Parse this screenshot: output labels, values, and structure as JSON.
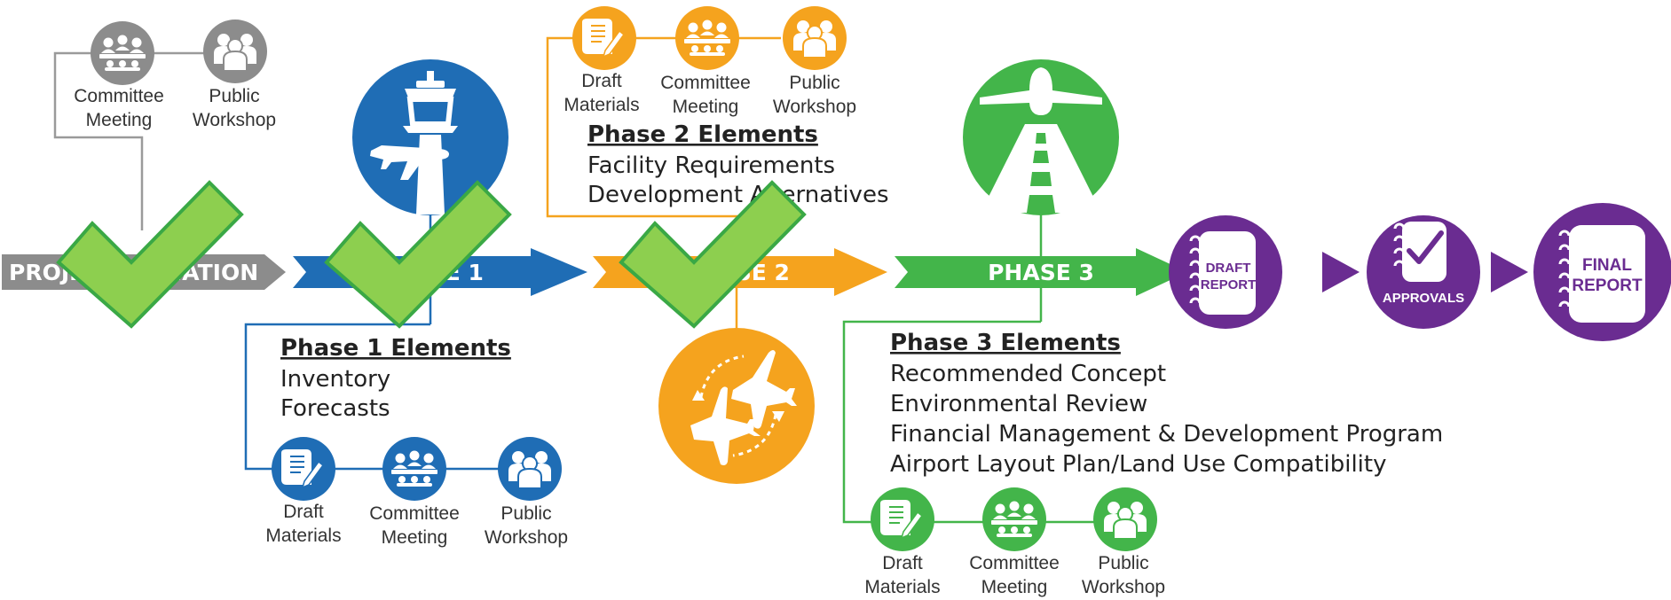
{
  "colors": {
    "gray": "#8c8c8c",
    "blue": "#1f6db5",
    "orange": "#f5a31e",
    "green": "#43b54a",
    "purple": "#6a2c91",
    "check_fill": "#8dcf4f",
    "check_stroke": "#3aa845"
  },
  "arrows": {
    "project_initiation": "PROJECT INITIATION",
    "phase1": "PHASE 1",
    "phase2": "PHASE 2",
    "phase3": "PHASE 3"
  },
  "meetings": {
    "committee_meeting": [
      "Committee",
      "Meeting"
    ],
    "public_workshop": [
      "Public",
      "Workshop"
    ],
    "draft_materials": [
      "Draft",
      "Materials"
    ]
  },
  "phase1": {
    "title": "Phase 1 Elements",
    "items": [
      "Inventory",
      "Forecasts"
    ]
  },
  "phase2": {
    "title": "Phase 2 Elements",
    "items": [
      "Facility Requirements",
      "Development Alternatives"
    ]
  },
  "phase3": {
    "title": "Phase 3 Elements",
    "items": [
      "Recommended Concept",
      "Environmental Review",
      "Financial Management & Development Program",
      "Airport Layout Plan/Land Use Compatibility"
    ]
  },
  "reports": {
    "draft_report": [
      "DRAFT",
      "REPORT"
    ],
    "approvals": "APPROVALS",
    "final_report": [
      "FINAL",
      "REPORT"
    ]
  },
  "icons": [
    "control-tower-icon",
    "airplanes-cycle-icon",
    "airplane-runway-icon",
    "draft-document-icon",
    "committee-meeting-icon",
    "public-workshop-icon",
    "notebook-icon",
    "checkmark-icon"
  ]
}
